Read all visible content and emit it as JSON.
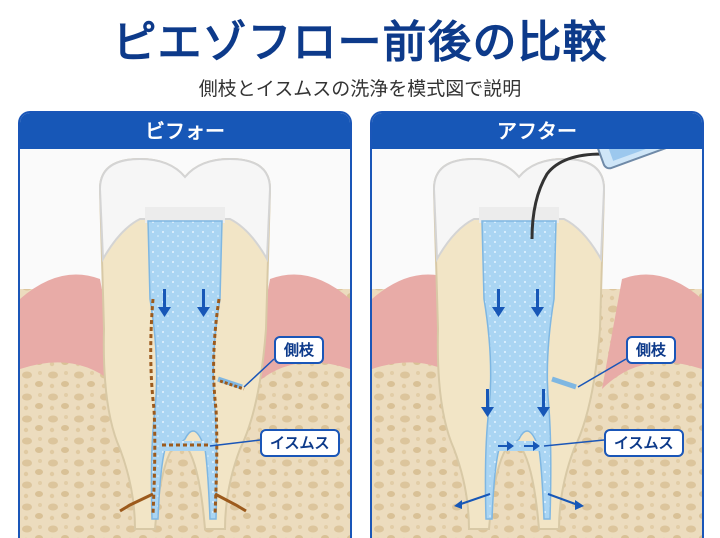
{
  "title": "ピエゾフロー前後の比較",
  "subtitle": "側枝とイスムスの洗浄を模式図で説明",
  "panels": {
    "before": {
      "header": "ビフォー",
      "callout_lateral": "側枝",
      "callout_isthmus": "イスムス"
    },
    "after": {
      "header": "アフター",
      "callout_lateral": "側枝",
      "callout_isthmus": "イスムス"
    }
  },
  "colors": {
    "accent_blue": "#1757b7",
    "title_navy": "#0d3a8a",
    "canal_fluid": "#a9d4f2",
    "debris": "#9c5a1c",
    "gum": "#e7a9a6",
    "bone": "#ead9bb",
    "dentin": "#f3e6c7",
    "enamel": "#f4f4f4"
  },
  "icons": {
    "flow_arrow": "arrow-down-icon",
    "irrigation_device": "syringe-icon"
  }
}
